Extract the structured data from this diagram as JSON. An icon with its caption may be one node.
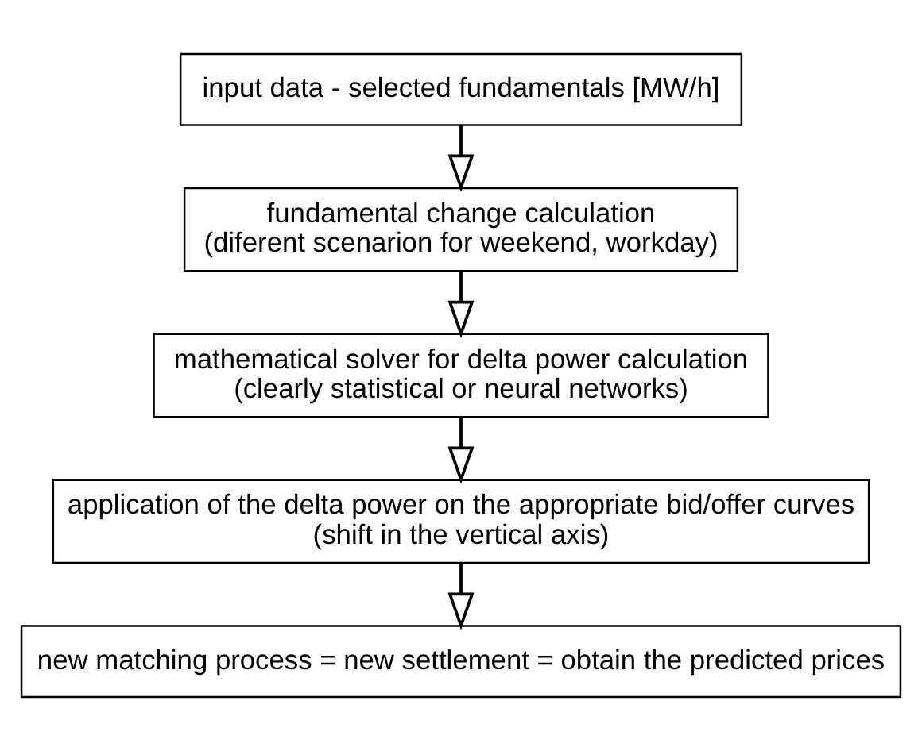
{
  "diagram": {
    "nodes": [
      {
        "text": [
          "input data - selected fundamentals [MW/h]"
        ]
      },
      {
        "text": [
          "fundamental change calculation",
          "(diferent scenarion for weekend, workday)"
        ]
      },
      {
        "text": [
          "mathematical solver for delta power calculation",
          "(clearly statistical or neural networks)"
        ]
      },
      {
        "text": [
          "application of the delta power on the appropriate bid/offer curves",
          "(shift in the vertical axis)"
        ]
      },
      {
        "text": [
          "new matching process = new settlement = obtain the predicted prices"
        ]
      }
    ],
    "edges": [
      {
        "from": 0,
        "to": 1,
        "arrow": "to"
      },
      {
        "from": 1,
        "to": 2,
        "arrow": "to"
      },
      {
        "from": 2,
        "to": 3,
        "arrow": "to"
      },
      {
        "from": 3,
        "to": 4,
        "arrow": "to"
      }
    ]
  }
}
